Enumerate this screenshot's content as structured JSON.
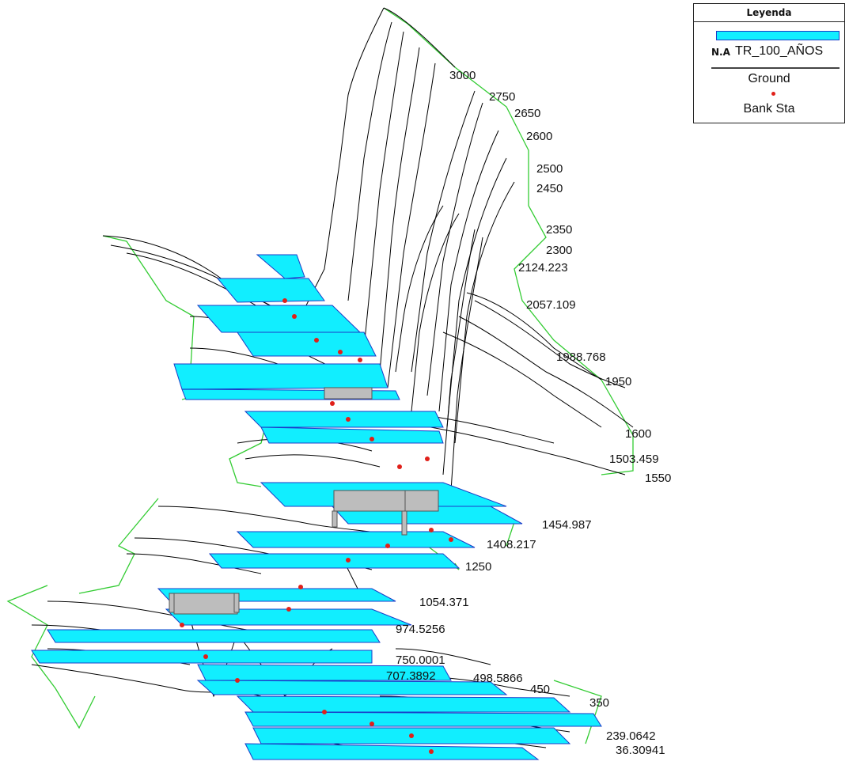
{
  "legend": {
    "title": "Leyenda",
    "water_prefix": "N.A",
    "water_profile": "TR_100_AÑOS",
    "ground_label": "Ground",
    "bank_label": "Bank Sta"
  },
  "colors": {
    "water_fill": "#11eeff",
    "water_line": "#1a3cc8",
    "ground_line": "#000000",
    "extent_line": "#33cc33",
    "bank_station": "#e0201a",
    "bridge_deck": "#bdbdbd"
  },
  "stations": [
    "3000",
    "2750",
    "2650",
    "2600",
    "2500",
    "2450",
    "2350",
    "2300",
    "2124.223",
    "2057.109",
    "1988.768",
    "1950",
    "1600",
    "1503.459",
    "1550",
    "1454.987",
    "1408.217",
    "1250",
    "1054.371",
    "974.5256",
    "750.0001",
    "707.3892",
    "498.5866",
    "450",
    "350",
    "239.0642",
    "36.30941"
  ]
}
